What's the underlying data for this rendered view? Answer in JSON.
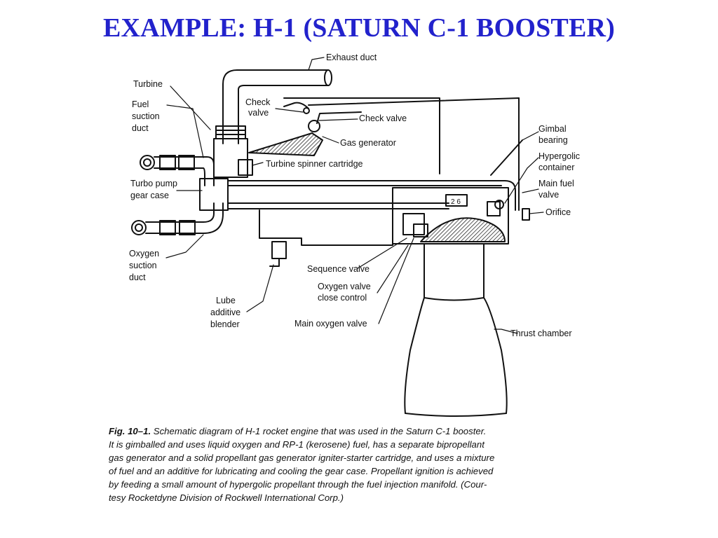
{
  "slide": {
    "title": "EXAMPLE: H-1 (SATURN C-1 BOOSTER)"
  },
  "labels": {
    "exhaust_duct": "Exhaust duct",
    "turbine": "Turbine",
    "check_valve_left_1": "Check",
    "check_valve_left_2": "valve",
    "check_valve_right": "Check valve",
    "fuel_suction_1": "Fuel",
    "fuel_suction_2": "suction",
    "fuel_suction_3": "duct",
    "gas_generator": "Gas generator",
    "gimbal_bearing_1": "Gimbal",
    "gimbal_bearing_2": "bearing",
    "hypergolic_1": "Hypergolic",
    "hypergolic_2": "container",
    "turbine_spinner": "Turbine spinner cartridge",
    "turbo_pump_1": "Turbo pump",
    "turbo_pump_2": "gear case",
    "main_fuel_1": "Main fuel",
    "main_fuel_2": "valve",
    "orifice": "Orifice",
    "oxygen_suction_1": "Oxygen",
    "oxygen_suction_2": "suction",
    "oxygen_suction_3": "duct",
    "sequence_valve": "Sequence valve",
    "oxygen_valve_close_1": "Oxygen valve",
    "oxygen_valve_close_2": "close control",
    "lube_1": "Lube",
    "lube_2": "additive",
    "lube_3": "blender",
    "main_oxygen_valve": "Main oxygen valve",
    "thrust_chamber": "Thrust chamber",
    "gauge_marking": "2 6"
  },
  "caption": {
    "figure_number": "Fig. 10–1.",
    "line1": "Schematic diagram of H-1 rocket engine that was used in the Saturn C-1 booster.",
    "line2": "It is gimballed and uses liquid oxygen and RP-1 (kerosene) fuel, has a separate bipropellant",
    "line3": "gas generator and a solid propellant gas generator igniter-starter cartridge, and uses a mixture",
    "line4": "of fuel and an additive for lubricating and cooling the gear case. Propellant ignition is achieved",
    "line5": "by feeding a small amount of hypergolic propellant through the fuel injection manifold. (Cour-",
    "line6": "tesy Rocketdyne Division of Rockwell International Corp.)"
  },
  "colors": {
    "title": "#2222cc",
    "ink": "#111111"
  }
}
